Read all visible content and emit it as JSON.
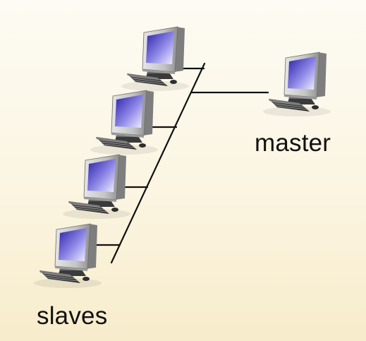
{
  "labels": {
    "master": "master",
    "slaves": "slaves"
  },
  "nodes": [
    {
      "role": "slave",
      "icon": "desktop-computer-icon"
    },
    {
      "role": "slave",
      "icon": "desktop-computer-icon"
    },
    {
      "role": "slave",
      "icon": "desktop-computer-icon"
    },
    {
      "role": "slave",
      "icon": "desktop-computer-icon"
    },
    {
      "role": "master",
      "icon": "desktop-computer-icon"
    }
  ],
  "colors": {
    "screen_dark": "#2a1fa8",
    "screen_light": "#f3f2ff",
    "case": "#c9c9c9",
    "case_dark": "#8a8a8a",
    "bus_line": "#111111"
  }
}
